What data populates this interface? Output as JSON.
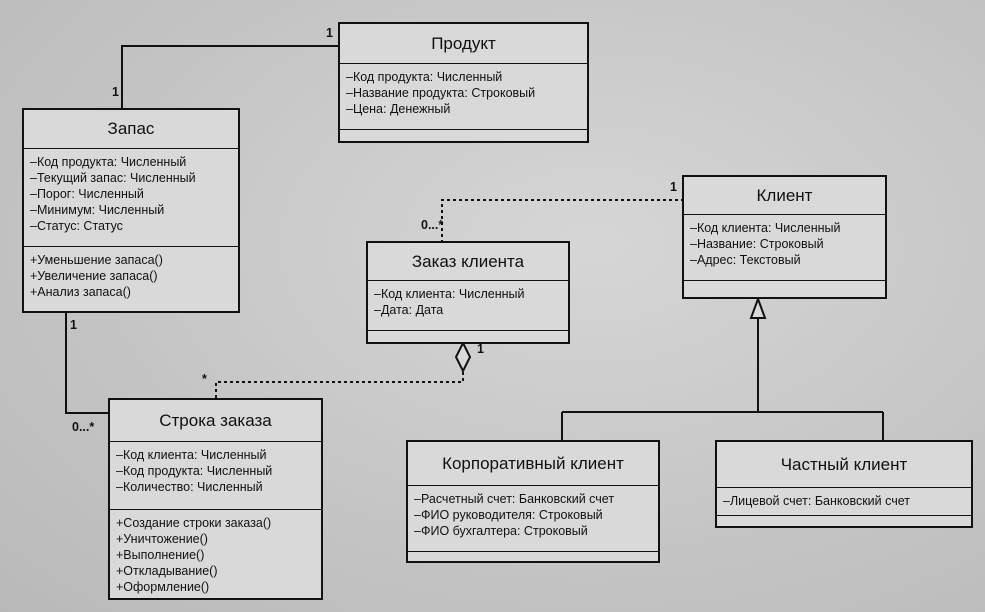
{
  "classes": {
    "product": {
      "name": "Продукт",
      "attributes": [
        "–Код продукта: Численный",
        "–Название продукта: Строковый",
        "–Цена: Денежный"
      ],
      "operations": []
    },
    "stock": {
      "name": "Запас",
      "attributes": [
        "–Код продукта: Численный",
        "–Текущий запас: Численный",
        "–Порог: Численный",
        "–Минимум: Численный",
        "–Статус: Статус"
      ],
      "operations": [
        "+Уменьшение запаса()",
        "+Увеличение запаса()",
        "+Анализ запаса()"
      ]
    },
    "client": {
      "name": "Клиент",
      "attributes": [
        "–Код клиента: Численный",
        "–Название: Строковый",
        "–Адрес: Текстовый"
      ],
      "operations": []
    },
    "client_order": {
      "name": "Заказ клиента",
      "attributes": [
        "–Код клиента: Численный",
        "–Дата: Дата"
      ],
      "operations": []
    },
    "order_line": {
      "name": "Строка заказа",
      "attributes": [
        "–Код клиента: Численный",
        "–Код продукта: Численный",
        "–Количество: Численный"
      ],
      "operations": [
        "+Создание строки заказа()",
        "+Уничтожение()",
        "+Выполнение()",
        "+Откладывание()",
        "+Оформление()"
      ]
    },
    "corporate_client": {
      "name": "Корпоративный клиент",
      "attributes": [
        "–Расчетный счет: Банковский счет",
        "–ФИО руководителя: Строковый",
        "–ФИО бухгалтера: Строковый"
      ],
      "operations": []
    },
    "private_client": {
      "name": "Частный клиент",
      "attributes": [
        "–Лицевой счет: Банковский счет"
      ],
      "operations": []
    }
  },
  "multiplicities": {
    "product_stock_product_end": "1",
    "product_stock_stock_end": "1",
    "client_order_client_end": "1",
    "client_order_order_end": "0...*",
    "order_line_order_end": "1",
    "order_line_line_end": "*",
    "stock_line_stock_end": "1",
    "stock_line_line_end": "0...*"
  }
}
